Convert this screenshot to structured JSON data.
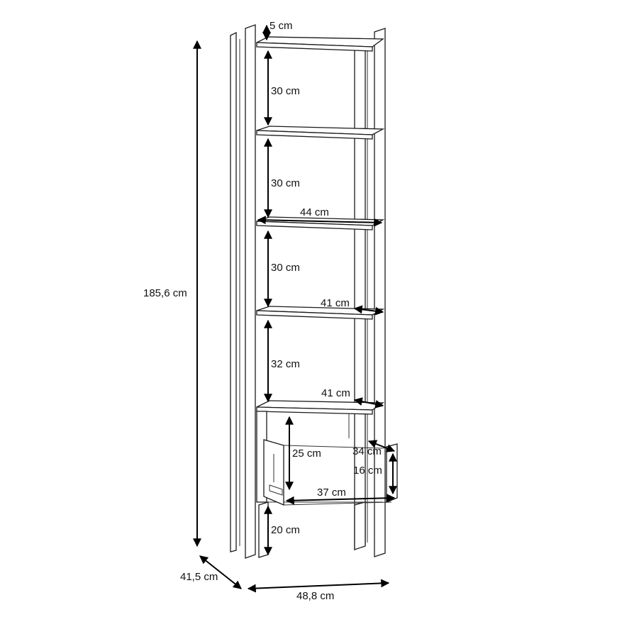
{
  "labels": {
    "top_gap": "5 cm",
    "shelf_gap_1": "30 cm",
    "shelf_gap_2": "30 cm",
    "shelf_width": "44 cm",
    "shelf_gap_3": "30 cm",
    "shelf_depth_1": "41 cm",
    "shelf_gap_4": "32 cm",
    "shelf_depth_2": "41 cm",
    "drawer_inner_height": "25 cm",
    "drawer_depth": "34 cm",
    "drawer_height": "16 cm",
    "drawer_width": "37 cm",
    "leg_height": "20 cm",
    "total_height": "185,6 cm",
    "total_depth": "41,5 cm",
    "total_width": "48,8 cm"
  }
}
